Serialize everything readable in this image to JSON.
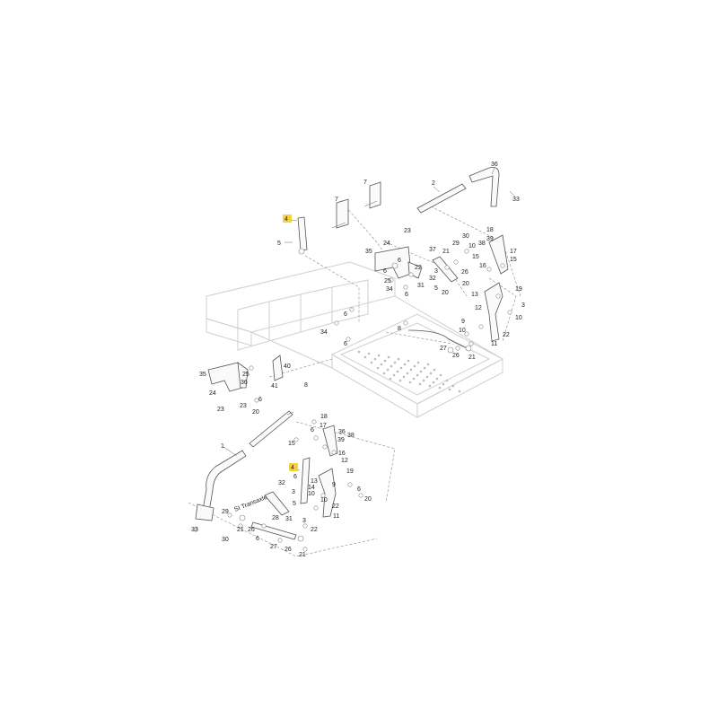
{
  "diagram": {
    "highlight_color": "#f5d23c",
    "note": "SI Transaxle",
    "callouts": [
      "1",
      "2",
      "3",
      "4",
      "5",
      "6",
      "7",
      "8",
      "9",
      "10",
      "11",
      "12",
      "13",
      "14",
      "15",
      "16",
      "17",
      "18",
      "19",
      "20",
      "21",
      "22",
      "23",
      "24",
      "25",
      "26",
      "27",
      "28",
      "29",
      "30",
      "31",
      "32",
      "33",
      "34",
      "35",
      "36",
      "37",
      "38",
      "39",
      "40",
      "41"
    ]
  }
}
